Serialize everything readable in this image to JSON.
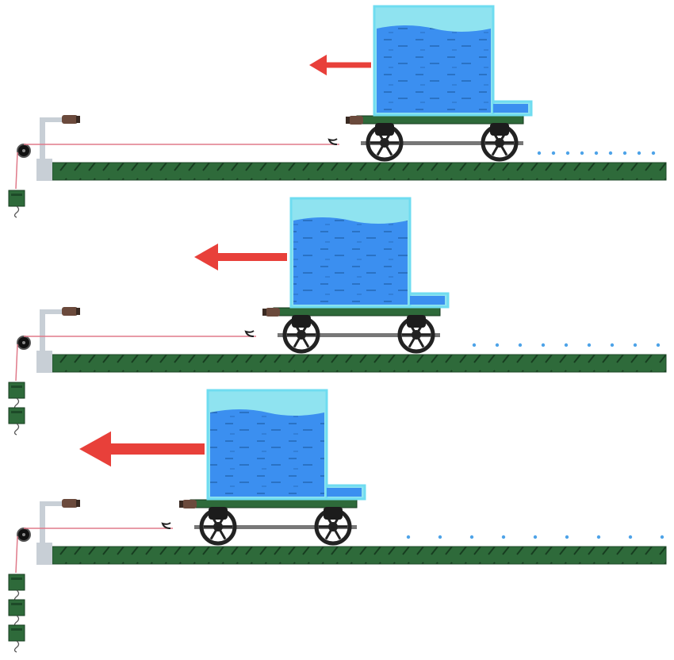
{
  "colors": {
    "track": "#2e6a3a",
    "track_dash": "#1a3f22",
    "water": "#3b8ff0",
    "water_light": "#8fe3f0",
    "tank_edge": "#6fdcf0",
    "arrow": "#e8403a",
    "string": "#e07a8a",
    "weight": "#2e6a3a",
    "wheel": "#222222",
    "stand": "#c8cfd6",
    "drip": "#4ea3e8"
  },
  "panels": [
    {
      "weights_count": 1,
      "arrow_level": "small",
      "drip_count": 9
    },
    {
      "weights_count": 2,
      "arrow_level": "medium",
      "drip_count": 9
    },
    {
      "weights_count": 3,
      "arrow_level": "large",
      "drip_count": 9
    }
  ]
}
